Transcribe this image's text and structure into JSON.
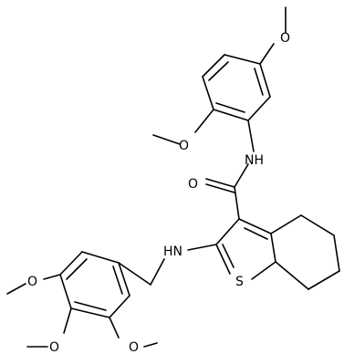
{
  "molecule": {
    "atom_labels": {
      "o_top": "O",
      "o_left": "O",
      "nh_amide": "NH",
      "o_carbonyl": "O",
      "hn_amine": "HN",
      "s_ring": "S",
      "o_bz1": "O",
      "o_bz2": "O",
      "o_bz3": "O"
    }
  }
}
